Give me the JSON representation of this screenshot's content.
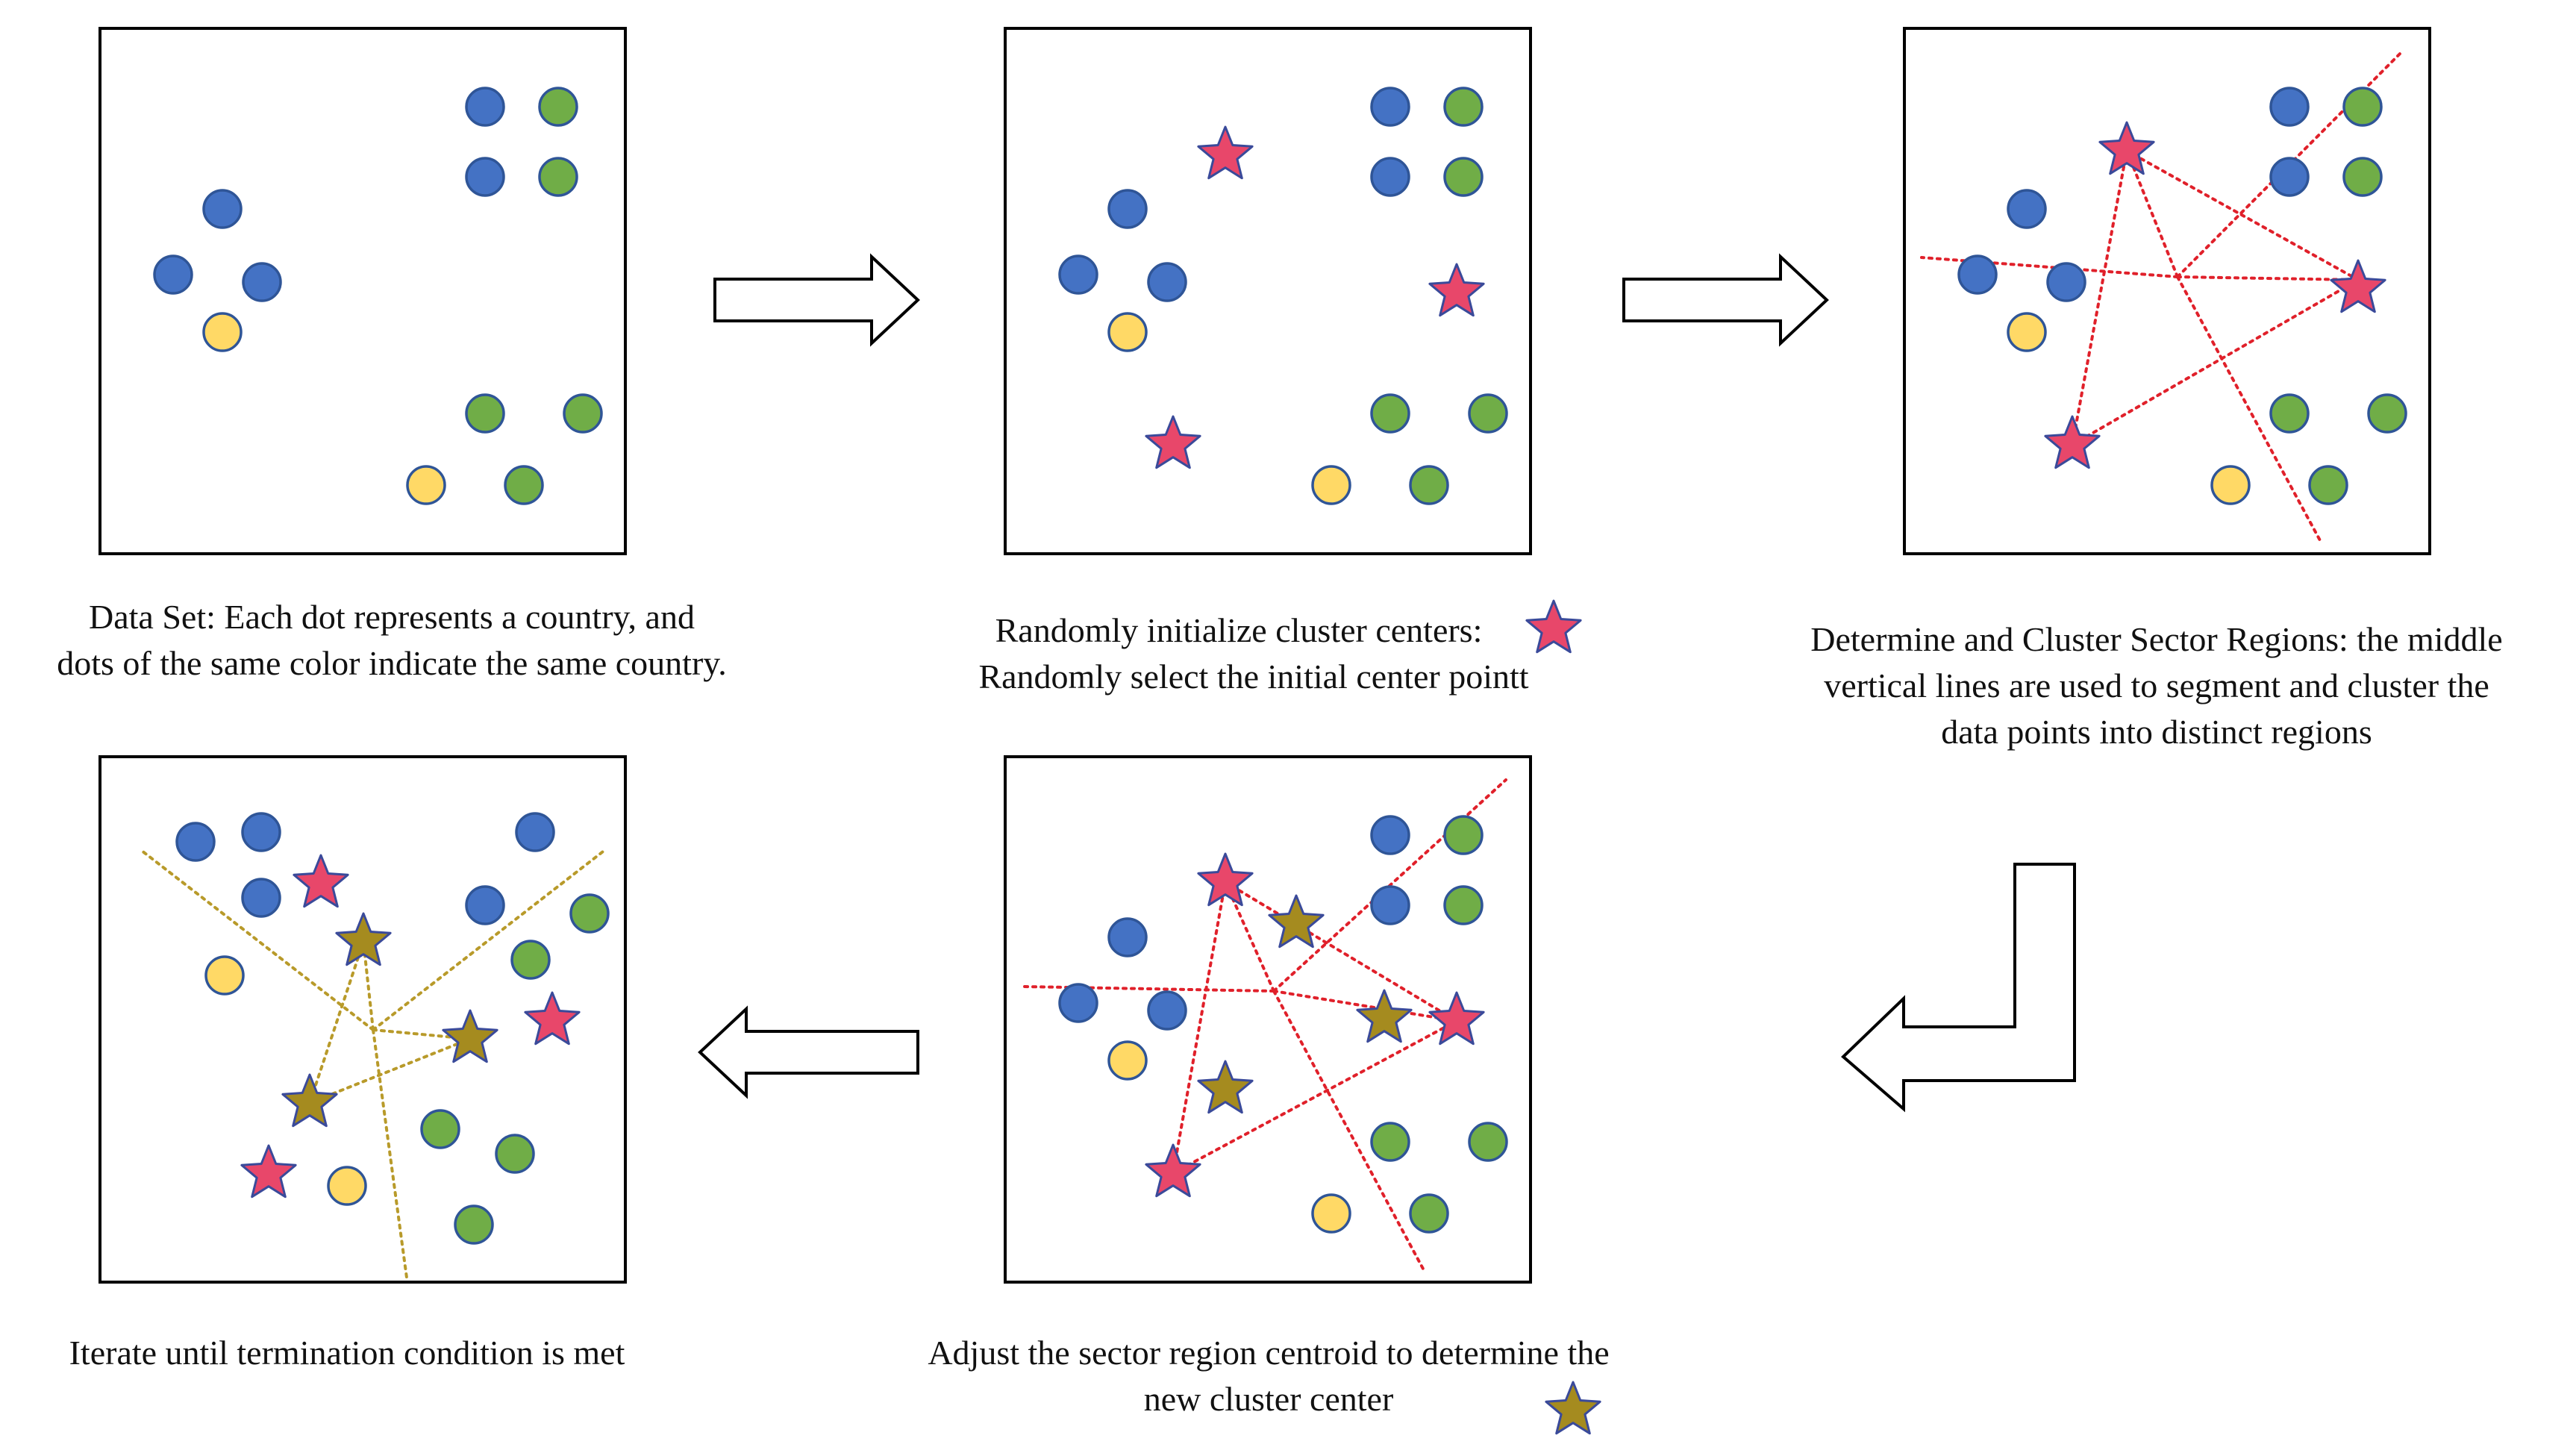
{
  "steps": {
    "step1": {
      "caption_lines": [
        "Data Set: Each dot represents a country, and",
        "dots of the same color indicate the same country."
      ]
    },
    "step2": {
      "caption_lines": [
        "Randomly initialize cluster centers:",
        "Randomly select the initial center pointt"
      ]
    },
    "step3": {
      "caption_lines": [
        "Determine and Cluster Sector Regions: the middle",
        "vertical lines are used to segment and cluster the",
        "data points into distinct regions"
      ]
    },
    "step4": {
      "caption_lines": [
        "Adjust the sector region centroid to determine the",
        "new cluster center"
      ]
    },
    "step5": {
      "caption_lines": [
        "Iterate until termination condition is met"
      ]
    }
  },
  "colors": {
    "blue_dot": "#4472c4",
    "green_dot": "#70ad47",
    "yellow_dot": "#ffd966",
    "dot_stroke": "#2f5597",
    "initial_center_star": "#e8476a",
    "new_center_star": "#a58b1f",
    "red_boundary": "#e0202a",
    "gold_boundary": "#b89a2a",
    "panel_border": "#000000"
  }
}
